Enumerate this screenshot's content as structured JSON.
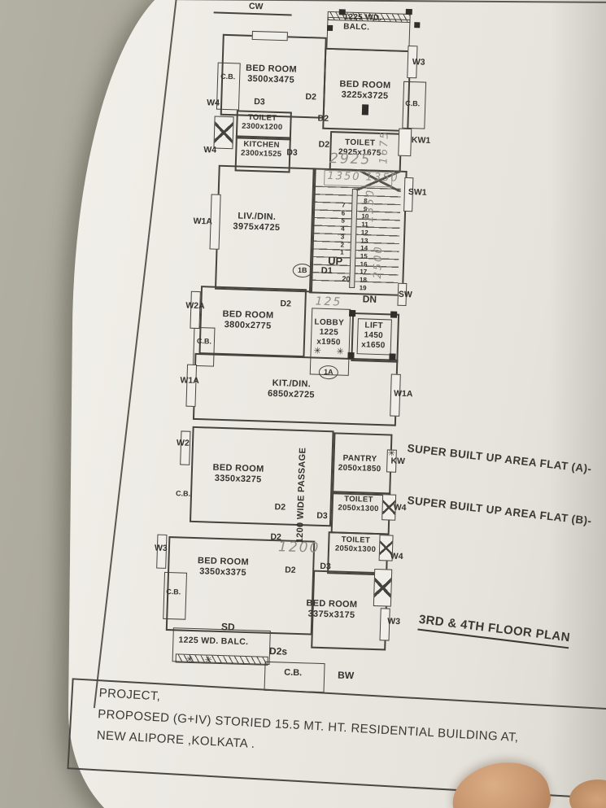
{
  "title": "3RD & 4TH FLOOR PLAN",
  "notes": {
    "flat_a": "SUPER BUILT UP AREA FLAT (A)-",
    "flat_b": "SUPER BUILT UP AREA FLAT (B)-"
  },
  "project": {
    "line1": "PROJECT,",
    "line2": "PROPOSED  (G+IV)  STORIED 15.5 MT. HT.  RESIDENTIAL  BUILDING AT,",
    "line3": "NEW ALIPORE ,KOLKATA ."
  },
  "rooms": {
    "bedroom_top_left": {
      "name": "BED ROOM",
      "dims": "3500x3475"
    },
    "bedroom_top_right": {
      "name": "BED ROOM",
      "dims": "3225x3725"
    },
    "toilet_top": {
      "name": "TOILET",
      "dims": "2300x1200"
    },
    "kitchen": {
      "name": "KITCHEN",
      "dims": "2300x1525"
    },
    "toilet_right": {
      "name": "TOILET",
      "dims": "2925x1675"
    },
    "living_dining": {
      "name": "LIV./DIN.",
      "dims": "3975x4725"
    },
    "bedroom_mid": {
      "name": "BED ROOM",
      "dims": "3800x2775"
    },
    "lobby": {
      "name": "LOBBY",
      "w": "1225",
      "h": "x1950"
    },
    "lift": {
      "name": "LIFT",
      "w": "1450",
      "h": "x1650"
    },
    "kitchen_dining": {
      "name": "KIT./DIN.",
      "dims": "6850x2725"
    },
    "bedroom_b1": {
      "name": "BED ROOM",
      "dims": "3350x3275"
    },
    "pantry": {
      "name": "PANTRY",
      "dims": "2050x1850"
    },
    "toilet_a": {
      "name": "TOILET",
      "dims": "2050x1300"
    },
    "toilet_b": {
      "name": "TOILET",
      "dims": "2050x1300"
    },
    "bedroom_b2": {
      "name": "BED ROOM",
      "dims": "3350x3375"
    },
    "bedroom_b3": {
      "name": "BED ROOM",
      "dims": "3375x3175"
    },
    "passage": "1200 WIDE PASSAGE",
    "balcony_top_l1": "1225 WD.",
    "balcony_top_l2": "BALC.",
    "balcony_bottom": "1225 WD. BALC."
  },
  "stairs": {
    "up": "UP",
    "dn": "DN",
    "door": "D1",
    "left_flight": "7\n6\n5\n4\n3\n2\n1",
    "right_flight": "8\n9\n10\n11\n12\n13\n14\n15\n16\n17\n18\n19",
    "last_step": "20",
    "circle_top": "1B",
    "circle_bottom": "1A"
  },
  "tags": {
    "cw": "CW",
    "w3_top": "W3",
    "cb_tl": "C.B.",
    "cb_tr": "C.B.",
    "w4_a": "W4",
    "w4_b": "W4",
    "d3_a": "D3",
    "d2_a": "D2",
    "d2_b": "D2",
    "d2_c": "D2",
    "d3_b": "D3",
    "kw1": "KW1",
    "sw1": "SW1",
    "sw": "SW",
    "w1a_l1": "W1A",
    "w2a": "W2A",
    "cb_ml": "C.B.",
    "d2_d": "D2",
    "w1a_l2": "W1A",
    "w1a_r": "W1A",
    "w2": "W2",
    "cb_bl": "C.B.",
    "kw": "KW",
    "w4_r1": "W4",
    "w4_r2": "W4",
    "w3_l": "W3",
    "cb_b2": "C.B.",
    "w3_r": "W3",
    "d2_e": "D2",
    "d2_f": "D2",
    "d2_g": "D2",
    "d3_c": "D3",
    "d3_d": "D3",
    "sd": "SD",
    "d2s": "D2s",
    "cb_bot": "C.B.",
    "bw": "BW"
  },
  "handwriting": {
    "dim_2925": "2925",
    "dim_1675": "1675",
    "dim_1350_pair": "1350  1350",
    "dim_1350_v": "1350",
    "dim_2500": "2500",
    "dim_125": "125",
    "dim_1200": "1200"
  }
}
